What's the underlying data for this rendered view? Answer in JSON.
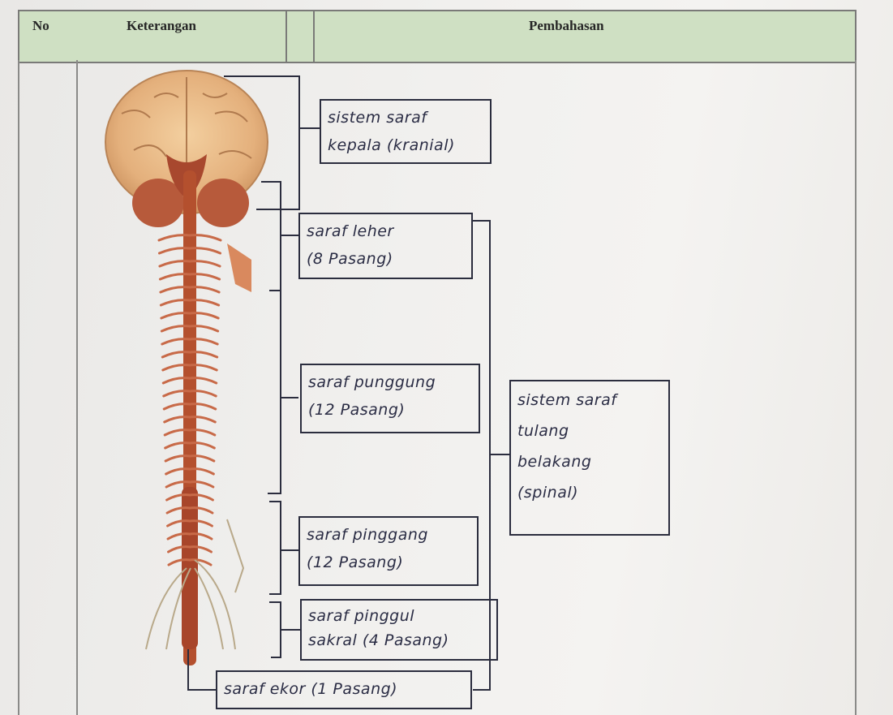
{
  "table": {
    "headers": {
      "no": "No",
      "keterangan": "Keterangan",
      "pembahasan": "Pembahasan"
    }
  },
  "labels": {
    "kranial": "sistem saraf\nkepala (kranial)",
    "leher": "saraf leher\n(8 Pasang)",
    "punggung": "saraf punggung\n(12 Pasang)",
    "pinggang": "saraf pinggang\n(12 Pasang)",
    "pinggul": "saraf pinggul\nsakral (4 Pasang)",
    "ekor": "saraf ekor (1 Pasang)",
    "spinal": "sistem saraf\ntulang\nbelakang\n(spinal)"
  },
  "colors": {
    "header_fill": "#cfe0c3",
    "ink": "#2a2c44",
    "nerve": "#b4502e",
    "brain": "#e7b886"
  }
}
